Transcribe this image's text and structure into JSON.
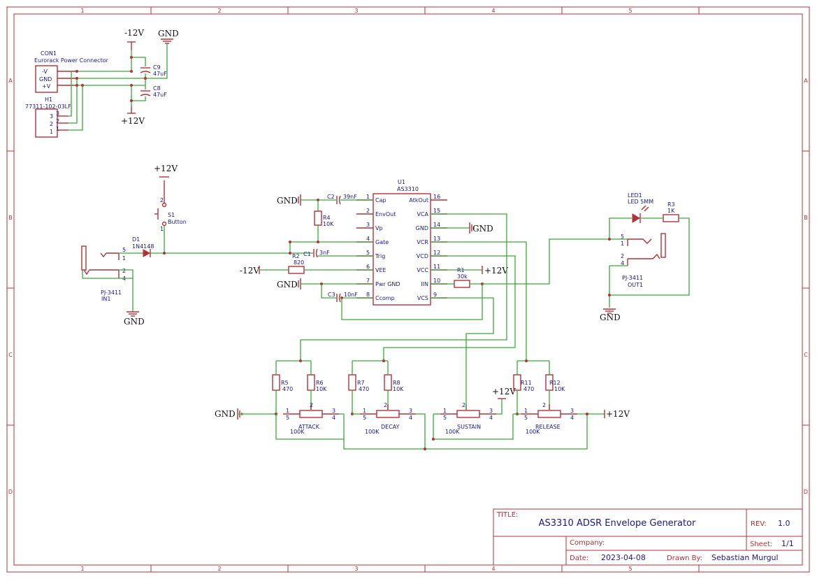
{
  "zones": {
    "cols": [
      "1",
      "2",
      "3",
      "4",
      "5"
    ],
    "rows": [
      "A",
      "B",
      "C",
      "D"
    ]
  },
  "title_block": {
    "title_label": "TITLE:",
    "title": "AS3310 ADSR Envelope Generator",
    "rev_label": "REV:",
    "rev": "1.0",
    "company_label": "Company:",
    "sheet_label": "Sheet:",
    "sheet": "1/1",
    "date_label": "Date:",
    "date": "2023-04-08",
    "drawn_label": "Drawn By:",
    "drawn_by": "Sebastian Murgul"
  },
  "power": {
    "con1_ref": "CON1",
    "con1_val": "Eurorack Power Connector",
    "con1_pins": [
      "-V",
      "GND",
      "+V"
    ],
    "h1_ref": "H1",
    "h1_val": "77311-102-03LF",
    "h1_pins": [
      "3",
      "3",
      "2",
      "2",
      "1",
      "1"
    ],
    "neg12": "-12V",
    "pos12": "+12V",
    "gnd": "GND",
    "c9_ref": "C9",
    "c9_val": "47uF",
    "c8_ref": "C8",
    "c8_val": "47uF"
  },
  "u1": {
    "ref": "U1",
    "val": "AS3310",
    "left_pins": [
      {
        "num": "1",
        "name": "Cap"
      },
      {
        "num": "2",
        "name": "EnvOut"
      },
      {
        "num": "3",
        "name": "Vp"
      },
      {
        "num": "4",
        "name": "Gate"
      },
      {
        "num": "5",
        "name": "Trig"
      },
      {
        "num": "6",
        "name": "VEE"
      },
      {
        "num": "7",
        "name": "Pwr GND"
      },
      {
        "num": "8",
        "name": "Ccomp"
      }
    ],
    "right_pins": [
      {
        "num": "16",
        "name": "AtkOut"
      },
      {
        "num": "15",
        "name": "VCA"
      },
      {
        "num": "14",
        "name": "GND"
      },
      {
        "num": "13",
        "name": "VCR"
      },
      {
        "num": "12",
        "name": "VCD"
      },
      {
        "num": "11",
        "name": "VCC"
      },
      {
        "num": "10",
        "name": "IIN"
      },
      {
        "num": "9",
        "name": "VCS"
      }
    ]
  },
  "parts": {
    "c2_ref": "C2",
    "c2_val": "39nF",
    "r4_ref": "R4",
    "r4_val": "10K",
    "c1_ref": "C1",
    "c1_val": "3nF",
    "r2_ref": "R2",
    "r2_val": "820",
    "c3_ref": "C3",
    "c3_val": "10nF",
    "r1_ref": "R1",
    "r1_val": "30k",
    "s1_ref": "S1",
    "s1_val": "Button",
    "d1_ref": "D1",
    "d1_val": "1N4148",
    "in1_ref": "IN1",
    "in1_val": "PJ-3411",
    "out1_ref": "OUT1",
    "out1_val": "PJ-3411",
    "led1_ref": "LED1",
    "led1_val": "LED 5MM",
    "r3_ref": "R3",
    "r3_val": "1K",
    "r5_ref": "R5",
    "r5_val": "470",
    "r6_ref": "R6",
    "r6_val": "10K",
    "r7_ref": "R7",
    "r7_val": "470",
    "r8_ref": "R8",
    "r8_val": "10K",
    "r11_ref": "R11",
    "r11_val": "470",
    "r12_ref": "R12",
    "r12_val": "10K",
    "attack": "ATTACK",
    "decay": "DECAY",
    "sustain": "SUSTAIN",
    "release": "RELEASE",
    "pot_val": "100K"
  },
  "colors": {
    "frame": "#b0323a",
    "wire": "#3aa83a",
    "text": "#1a1a8c"
  }
}
